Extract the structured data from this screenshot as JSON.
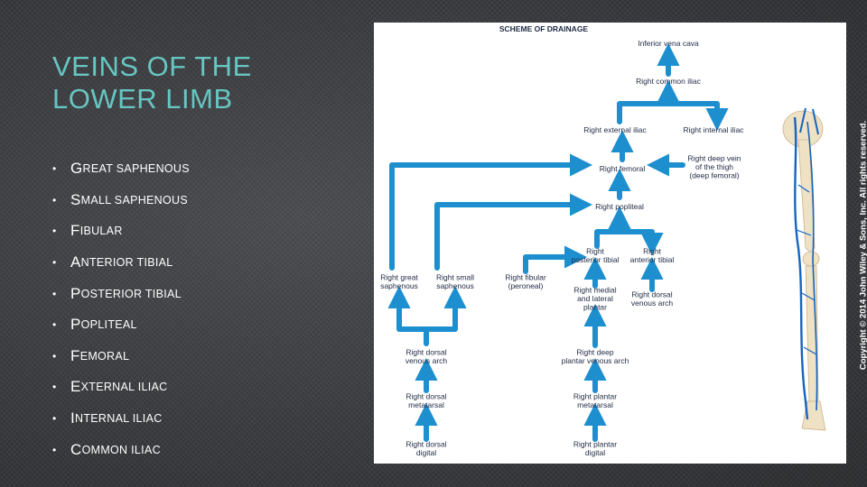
{
  "slide": {
    "title_line1": "VEINS OF THE",
    "title_line2": "LOWER LIMB",
    "bullets": [
      {
        "initial": "G",
        "rest": "REAT SAPHENOUS"
      },
      {
        "initial": "S",
        "rest": "MALL SAPHENOUS"
      },
      {
        "initial": "F",
        "rest": "IBULAR"
      },
      {
        "initial": "A",
        "rest": "NTERIOR TIBIAL"
      },
      {
        "initial": "P",
        "rest": "OSTERIOR TIBIAL"
      },
      {
        "initial": "P",
        "rest": "OPLITEAL"
      },
      {
        "initial": "F",
        "rest": "EMORAL"
      },
      {
        "initial": "E",
        "rest": "XTERNAL ILIAC"
      },
      {
        "initial": "I",
        "rest": "NTERNAL ILIAC"
      },
      {
        "initial": "C",
        "rest": "OMMON ILIAC"
      }
    ],
    "bullet_glyph": "•",
    "copyright": "Copyright © 2014 John Wiley & Sons, Inc. All rights reserved."
  },
  "diagram": {
    "heading": "SCHEME OF DRAINAGE",
    "nodes": {
      "ivc": [
        "Inferior vena cava"
      ],
      "common_iliac": [
        "Right common iliac"
      ],
      "external_iliac": [
        "Right external iliac"
      ],
      "internal_iliac": [
        "Right internal iliac"
      ],
      "femoral": [
        "Right femoral"
      ],
      "deep_femoral": [
        "Right deep vein",
        "of the thigh",
        "(deep femoral)"
      ],
      "popliteal": [
        "Right popliteal"
      ],
      "posterior_tibial": [
        "Right",
        "posterior tibial"
      ],
      "anterior_tibial": [
        "Right",
        "anterior tibial"
      ],
      "great_saphenous": [
        "Right great",
        "saphenous"
      ],
      "small_saphenous": [
        "Right small",
        "saphenous"
      ],
      "fibular": [
        "Right fibular",
        "(peroneal)"
      ],
      "medial_lateral_plantar": [
        "Right medial",
        "and lateral",
        "plantar"
      ],
      "dorsal_venous_arch_right": [
        "Right dorsal",
        "venous arch"
      ],
      "dorsal_venous_arch": [
        "Right dorsal",
        "venous arch"
      ],
      "deep_plantar_arch": [
        "Right deep",
        "plantar venous arch"
      ],
      "dorsal_metatarsal": [
        "Right dorsal",
        "metatarsal"
      ],
      "plantar_metatarsal": [
        "Right plantar",
        "metatarsal"
      ],
      "dorsal_digital": [
        "Right dorsal",
        "digital"
      ],
      "plantar_digital": [
        "Right plantar",
        "digital"
      ]
    },
    "colors": {
      "arrow": "#1d8fcf",
      "label": "#1f2a44",
      "vein": "#1565c0",
      "bone": "#efe1c4",
      "title": "#67c6c2"
    }
  }
}
